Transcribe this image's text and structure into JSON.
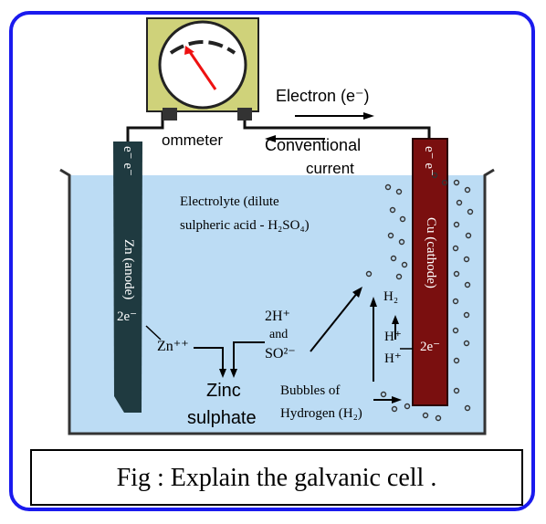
{
  "labels": {
    "electron": "Electron (e⁻)",
    "ommeter": "ommeter",
    "conventional": "Conventional",
    "current": "current",
    "electrolyte_line1": "Electrolyte (dilute",
    "electrolyte_line2": "sulpheric acid - H₂SO₄)",
    "anode": "Zn (anode)",
    "cathode": "Cu (cathode)",
    "anode_electrons": "e⁻ e⁻",
    "cathode_electrons": "e⁻ e⁻",
    "anode_2e": "2e⁻",
    "cathode_2e": "2e⁻",
    "zn_ion": "Zn⁺⁺",
    "h_ions": "2H⁺",
    "and": "and",
    "sulphate_ion": "SO²⁻",
    "zinc": "Zinc",
    "sulphate": "sulphate",
    "h2_mol": "H₂",
    "h_plus_1": "H⁺",
    "h_plus_2": "H⁺",
    "bubbles_line1": "Bubbles of",
    "bubbles_line2": "Hydrogen (H₂)"
  },
  "caption": "Fig : Explain the galvanic cell .",
  "colors": {
    "frame": "#1a1aee",
    "meter_body": "#cfd27a",
    "electrolyte": "#bcdcf4",
    "anode": "#1f3a40",
    "cathode": "#7a0f0f",
    "needle": "#ee1111"
  },
  "meter_reading": "pointer deflected left of centre"
}
